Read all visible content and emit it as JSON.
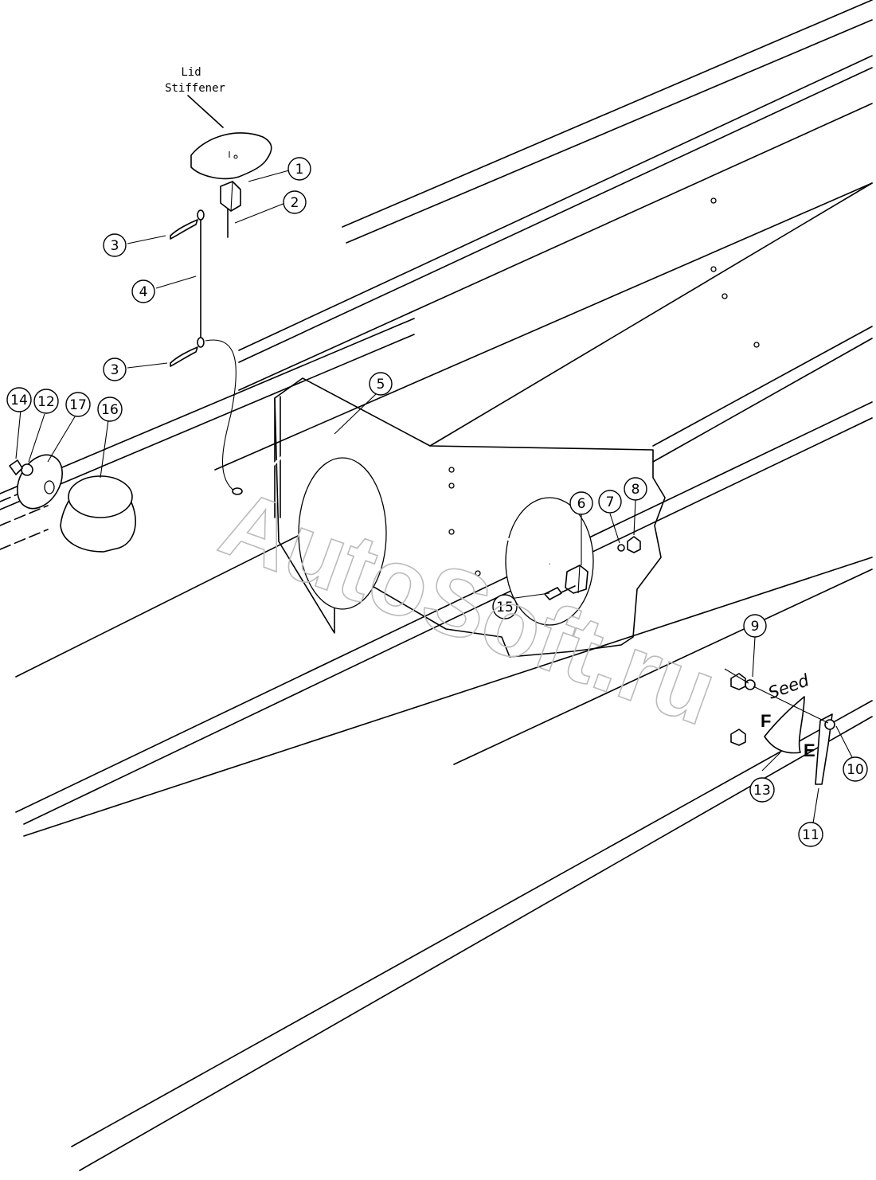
{
  "labels": {
    "lid_stiffener_line1": "Lid",
    "lid_stiffener_line2": "Stiffener",
    "seed": "Seed",
    "scale_full": "F",
    "scale_empty": "E"
  },
  "watermark": "AutoSoft.ru",
  "callouts": [
    "1",
    "2",
    "3",
    "4",
    "3",
    "5",
    "6",
    "7",
    "8",
    "9",
    "10",
    "11",
    "12",
    "13",
    "14",
    "15",
    "16",
    "17"
  ]
}
